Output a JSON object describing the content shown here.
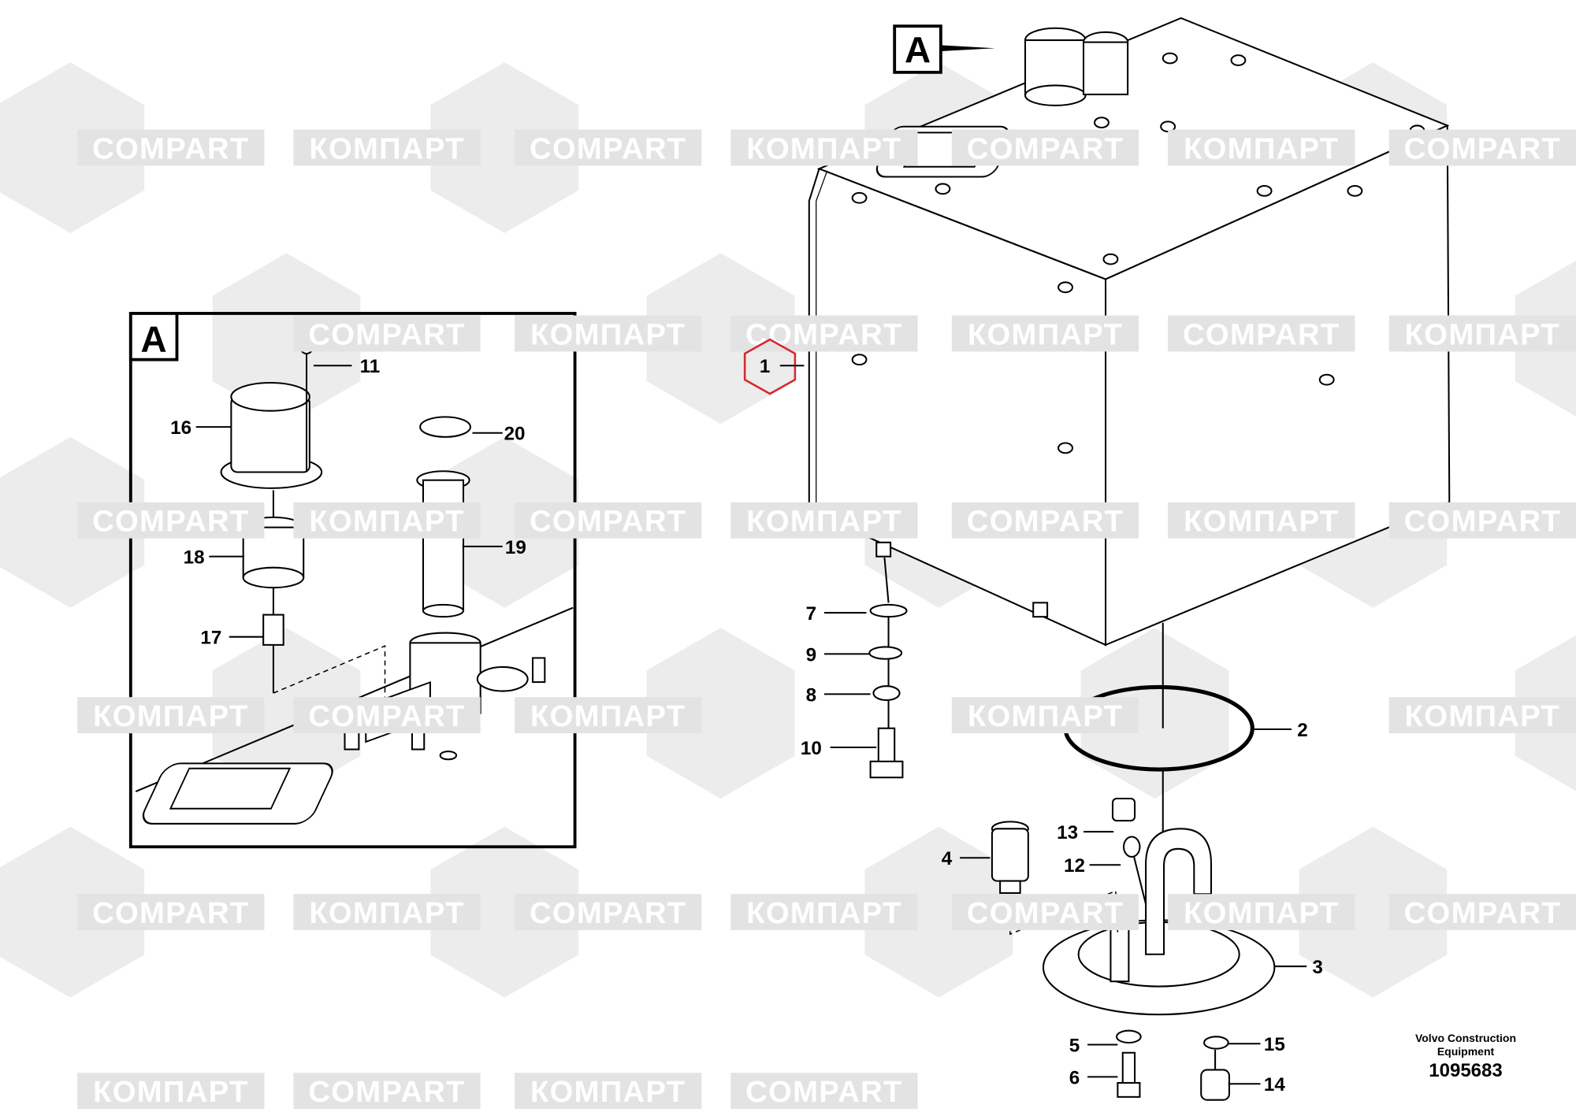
{
  "watermark": {
    "latin": "COMPART",
    "cyrillic": "КОМПАРТ"
  },
  "view_labels": {
    "main": "A",
    "inset": "A"
  },
  "callouts": {
    "p1": "1",
    "p2": "2",
    "p3": "3",
    "p4": "4",
    "p5": "5",
    "p6": "6",
    "p7": "7",
    "p8": "8",
    "p9": "9",
    "p10": "10",
    "p11": "11",
    "p12": "12",
    "p13": "13",
    "p14": "14",
    "p15": "15",
    "p16": "16",
    "p17": "17",
    "p18": "18",
    "p19": "19",
    "p20": "20"
  },
  "credit": {
    "line1": "Volvo Construction",
    "line2": "Equipment",
    "number": "1095683"
  },
  "colors": {
    "highlight": "#d9272e",
    "watermark": "#e5e5e5"
  }
}
